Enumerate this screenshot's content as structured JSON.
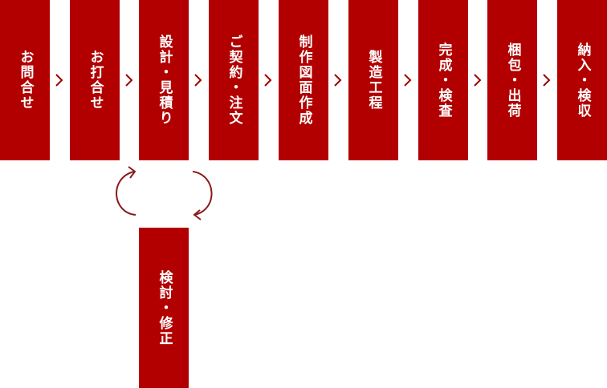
{
  "steps": [
    {
      "label": "お問合せ"
    },
    {
      "label": "お打合せ"
    },
    {
      "label": "設計・見積り"
    },
    {
      "label": "ご契約・注文"
    },
    {
      "label": "制作図面作成"
    },
    {
      "label": "製造工程"
    },
    {
      "label": "完成・検査"
    },
    {
      "label": "梱包・出荷"
    },
    {
      "label": "納入・検収"
    }
  ],
  "loop_step": {
    "label": "検討・修正"
  },
  "colors": {
    "box": "#b20000",
    "arrow": "#8b1a1a",
    "text": "#ffffff"
  }
}
